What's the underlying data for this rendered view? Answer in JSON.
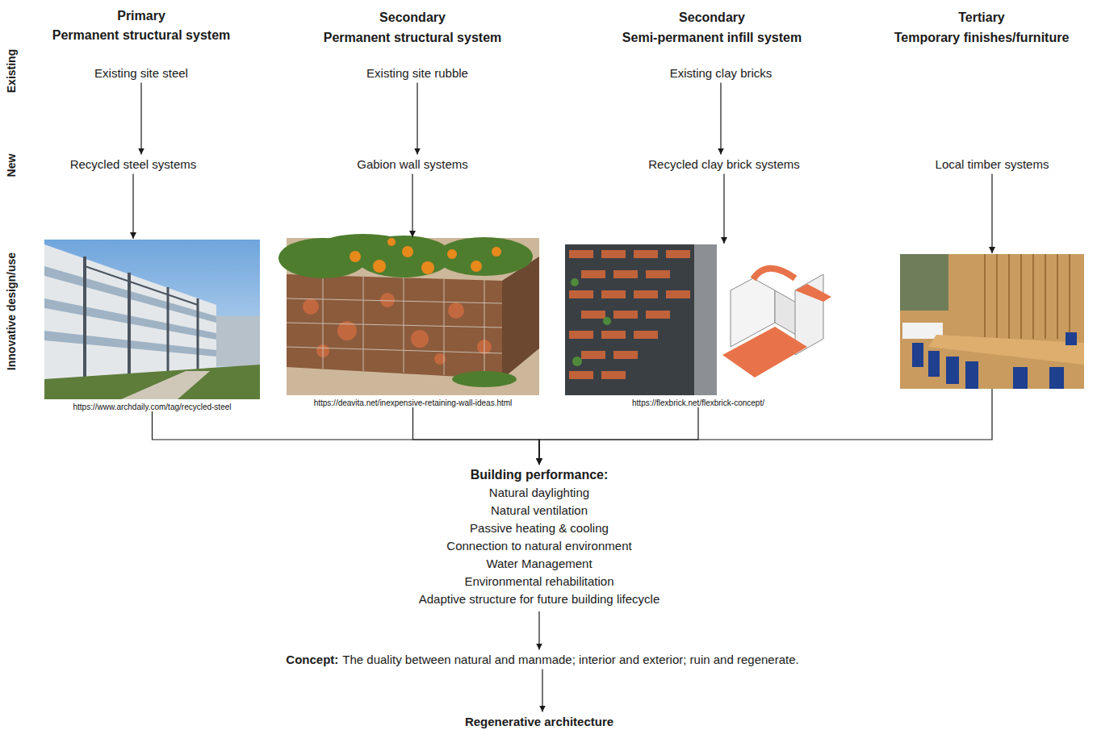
{
  "diagram": {
    "nodes": [
      {
        "text": [
          "Existing site steel"
        ]
      },
      {
        "text": [
          "Recycled steel systems"
        ]
      },
      {
        "text": [
          "https://www.archdaily.com/tag/recycled-steel"
        ]
      },
      {
        "text": [
          "Existing site rubble"
        ]
      },
      {
        "text": [
          "Gabion wall systems"
        ]
      },
      {
        "text": [
          "https://deavita.net/inexpensive-retaining-wall-ideas.html"
        ]
      },
      {
        "text": [
          "Existing clay bricks"
        ]
      },
      {
        "text": [
          "Recycled clay brick systems"
        ]
      },
      {
        "text": [
          "https://flexbrick.net/flexbrick-concept/"
        ]
      },
      {
        "text": [
          "Local timber systems"
        ]
      },
      {
        "text": []
      },
      {
        "text": [
          "Building performance:",
          "Natural daylighting",
          "Natural ventilation",
          "Passive heating & cooling",
          "Connection to natural environment",
          "Water Management",
          "Environmental rehabilitation",
          "Adaptive structure for future building lifecycle"
        ]
      },
      {
        "text": [
          "Concept:",
          "The duality between natural and manmade; interior and exterior; ruin and regenerate."
        ]
      },
      {
        "text": [
          "Regenerative architecture"
        ]
      }
    ],
    "edges": [
      {
        "from": 0,
        "to": 1,
        "arrow": "to"
      },
      {
        "from": 1,
        "to": 2,
        "arrow": "to"
      },
      {
        "from": 3,
        "to": 4,
        "arrow": "to"
      },
      {
        "from": 4,
        "to": 5,
        "arrow": "to"
      },
      {
        "from": 6,
        "to": 7,
        "arrow": "to"
      },
      {
        "from": 7,
        "to": 8,
        "arrow": "to"
      },
      {
        "from": 9,
        "to": 10,
        "arrow": "to"
      },
      {
        "from": 2,
        "to": 11,
        "arrow": "to"
      },
      {
        "from": 5,
        "to": 11,
        "arrow": "to"
      },
      {
        "from": 8,
        "to": 11,
        "arrow": "to"
      },
      {
        "from": 10,
        "to": 11,
        "arrow": "to"
      },
      {
        "from": 11,
        "to": 12,
        "arrow": "to"
      },
      {
        "from": 12,
        "to": 13,
        "arrow": "to"
      }
    ],
    "labels": [
      "Primary",
      "Permanent structural system",
      "Secondary",
      "Permanent structural system",
      "Secondary",
      "Semi-permanent infill system",
      "Tertiary",
      "Temporary finishes/furniture",
      "Existing",
      "New",
      "Innovative design/use"
    ]
  }
}
